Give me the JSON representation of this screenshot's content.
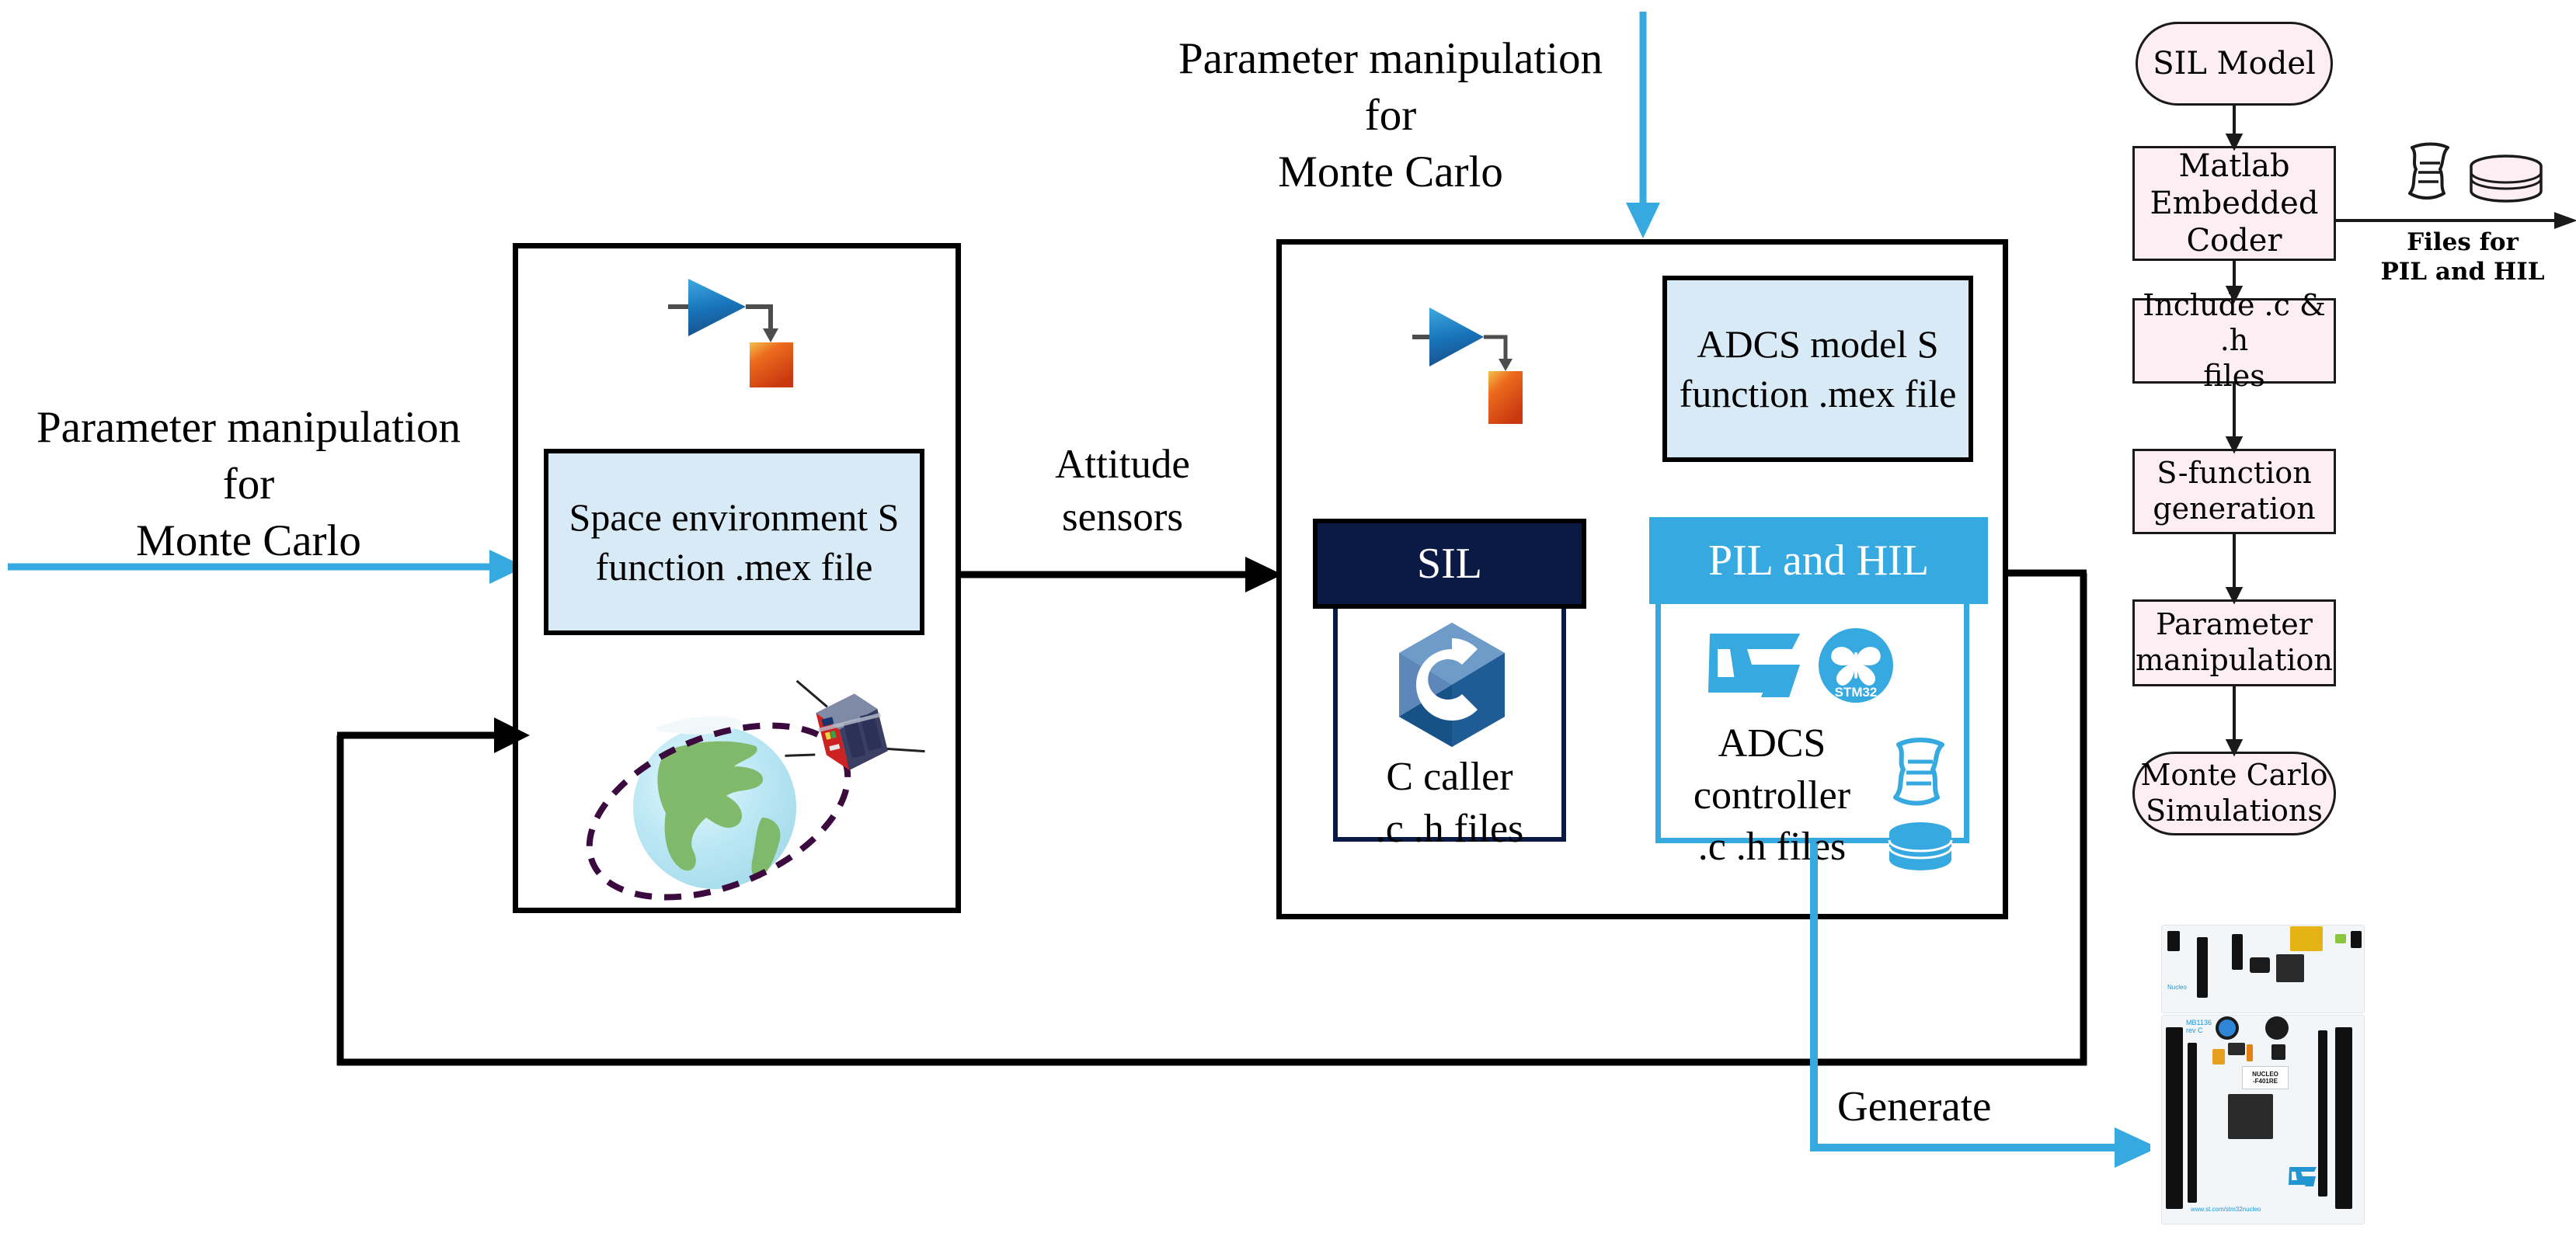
{
  "diagram": {
    "title_left_label": "Parameter manipulation\nfor\nMonte Carlo",
    "title_top_label": "Parameter manipulation\nfor\nMonte Carlo",
    "attitude_label": "Attitude\nsensors",
    "generate_label": "Generate",
    "files_label": "Files for\nPIL and HIL"
  },
  "left_block": {
    "sfunction": "Space environment\nS function\n.mex file",
    "simulink_icon": "simulink-gain-block-icon",
    "orbit_icon": "earth-orbit-satellite-icon"
  },
  "center_block": {
    "adcs_model": "ADCS model\nS function\n.mex file",
    "simulink_icon": "simulink-gain-block-icon",
    "sil": {
      "header": "SIL",
      "body": "C caller\n.c .h files",
      "icon": "c-language-logo-icon",
      "header_color": "#0b1a44"
    },
    "pilhil": {
      "header": "PIL and HIL",
      "body": "ADCS\ncontroller\n.c .h files",
      "icons": [
        "st-logo-icon",
        "stm32-butterfly-icon",
        "scroll-document-icon",
        "database-cylinder-icon"
      ],
      "header_color": "#36a9e1"
    }
  },
  "flowchart": {
    "nodes": [
      {
        "label": "SIL Model",
        "shape": "terminator"
      },
      {
        "label": "Matlab\nEmbedded\nCoder",
        "shape": "process"
      },
      {
        "label": "Include .c & .h\nfiles",
        "shape": "process"
      },
      {
        "label": "S-function\ngeneration",
        "shape": "process"
      },
      {
        "label": "Parameter\nmanipulation",
        "shape": "process"
      },
      {
        "label": "Monte Carlo\nSimulations",
        "shape": "terminator"
      }
    ],
    "branch_label": "Files for\nPIL and HIL",
    "branch_icons": [
      "scroll-document-icon",
      "database-cylinder-icon"
    ]
  },
  "board": {
    "name": "NUCLEO\n-F401RE",
    "silk_left": "MB1136\nrev C",
    "url": "www.st.com/stm32nucleo",
    "vendor_icon": "st-logo-icon"
  },
  "colors": {
    "accent_blue": "#36a9e1",
    "sfunction_fill": "#d9eaf7",
    "sil_header": "#0b1a44",
    "flow_fill": "#fdeef4",
    "stroke": "#000000"
  }
}
